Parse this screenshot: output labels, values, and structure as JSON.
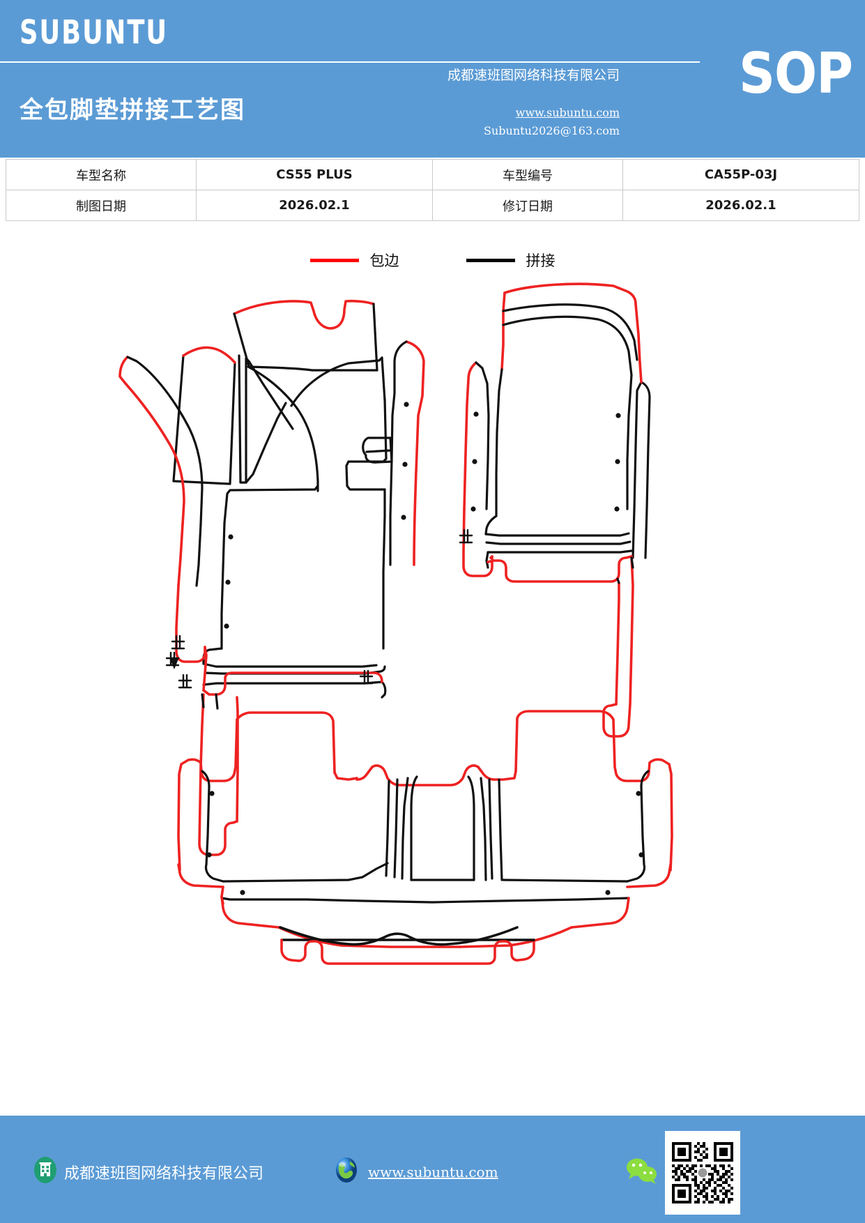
{
  "header": {
    "brand": "SUBUNTU",
    "doc_title": "全包脚垫拼接工艺图",
    "company_cn": "成都速班图网络科技有限公司",
    "badge": "SOP",
    "url": "www.subuntu.com",
    "email": "Subuntu2026@163.com",
    "bg_color": "#5b9bd5"
  },
  "info_table": {
    "rows": [
      {
        "label1": "车型名称",
        "value1": "CS55 PLUS",
        "label2": "车型编号",
        "value2": "CA55P-03J"
      },
      {
        "label1": "制图日期",
        "value1": "2026.02.1",
        "label2": "修订日期",
        "value2": "2026.02.1"
      }
    ]
  },
  "legend": {
    "items": [
      {
        "label": "包边",
        "color": "#ff0000",
        "icon": "red-line-swatch"
      },
      {
        "label": "拼接",
        "color": "#000000",
        "icon": "black-line-swatch"
      }
    ]
  },
  "drawing": {
    "title": "全包脚垫拼接工艺图",
    "stroke_binding_color": "#ee2222",
    "stroke_seam_color": "#111111",
    "parts": [
      {
        "name": "driver-side-floor-mat",
        "position": "left"
      },
      {
        "name": "passenger-side-floor-mat",
        "position": "right"
      },
      {
        "name": "rear-floor-mat",
        "position": "bottom-center"
      }
    ]
  },
  "footer": {
    "company": "成都速班图网络科技有限公司",
    "company_icon": "building-icon",
    "site": "www.subuntu.com",
    "site_icon": "globe-icon",
    "wechat_icon": "wechat-icon",
    "qr_icon": "qr-code",
    "bg_color": "#5b9bd5"
  }
}
